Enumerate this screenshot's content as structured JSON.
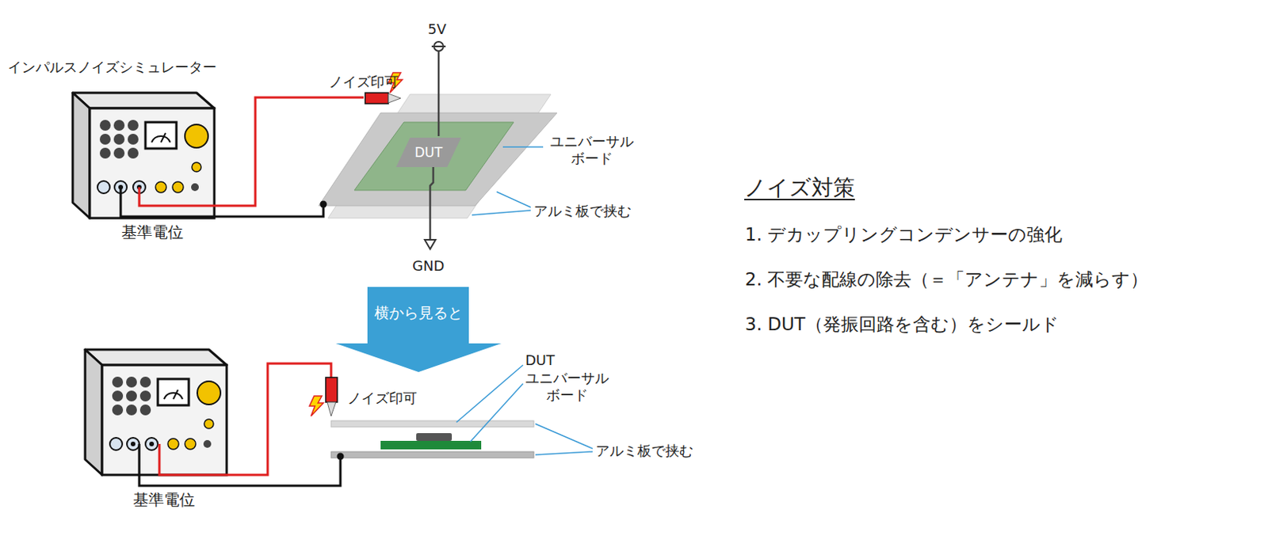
{
  "diagram": {
    "nodes": [
      {
        "text": [
          "DUT"
        ]
      },
      {
        "text": [
          "横から見ると"
        ]
      }
    ],
    "labels": [
      "インパルスノイズシミュレーター",
      "ノイズ印可",
      "5V",
      "GND",
      "ユニバーサル ボード",
      "アルミ板で挟む",
      "基準電位",
      "ノイズ印可",
      "DUT",
      "ユニバーサル ボード",
      "アルミ板で挟む",
      "基準電位",
      "ノイズ対策",
      "1. デカップリングコンデンサーの強化",
      "2. 不要な配線の除去（＝「アンテナ」を減らす）",
      "3. DUT（発振回路を含む）をシールド"
    ]
  }
}
